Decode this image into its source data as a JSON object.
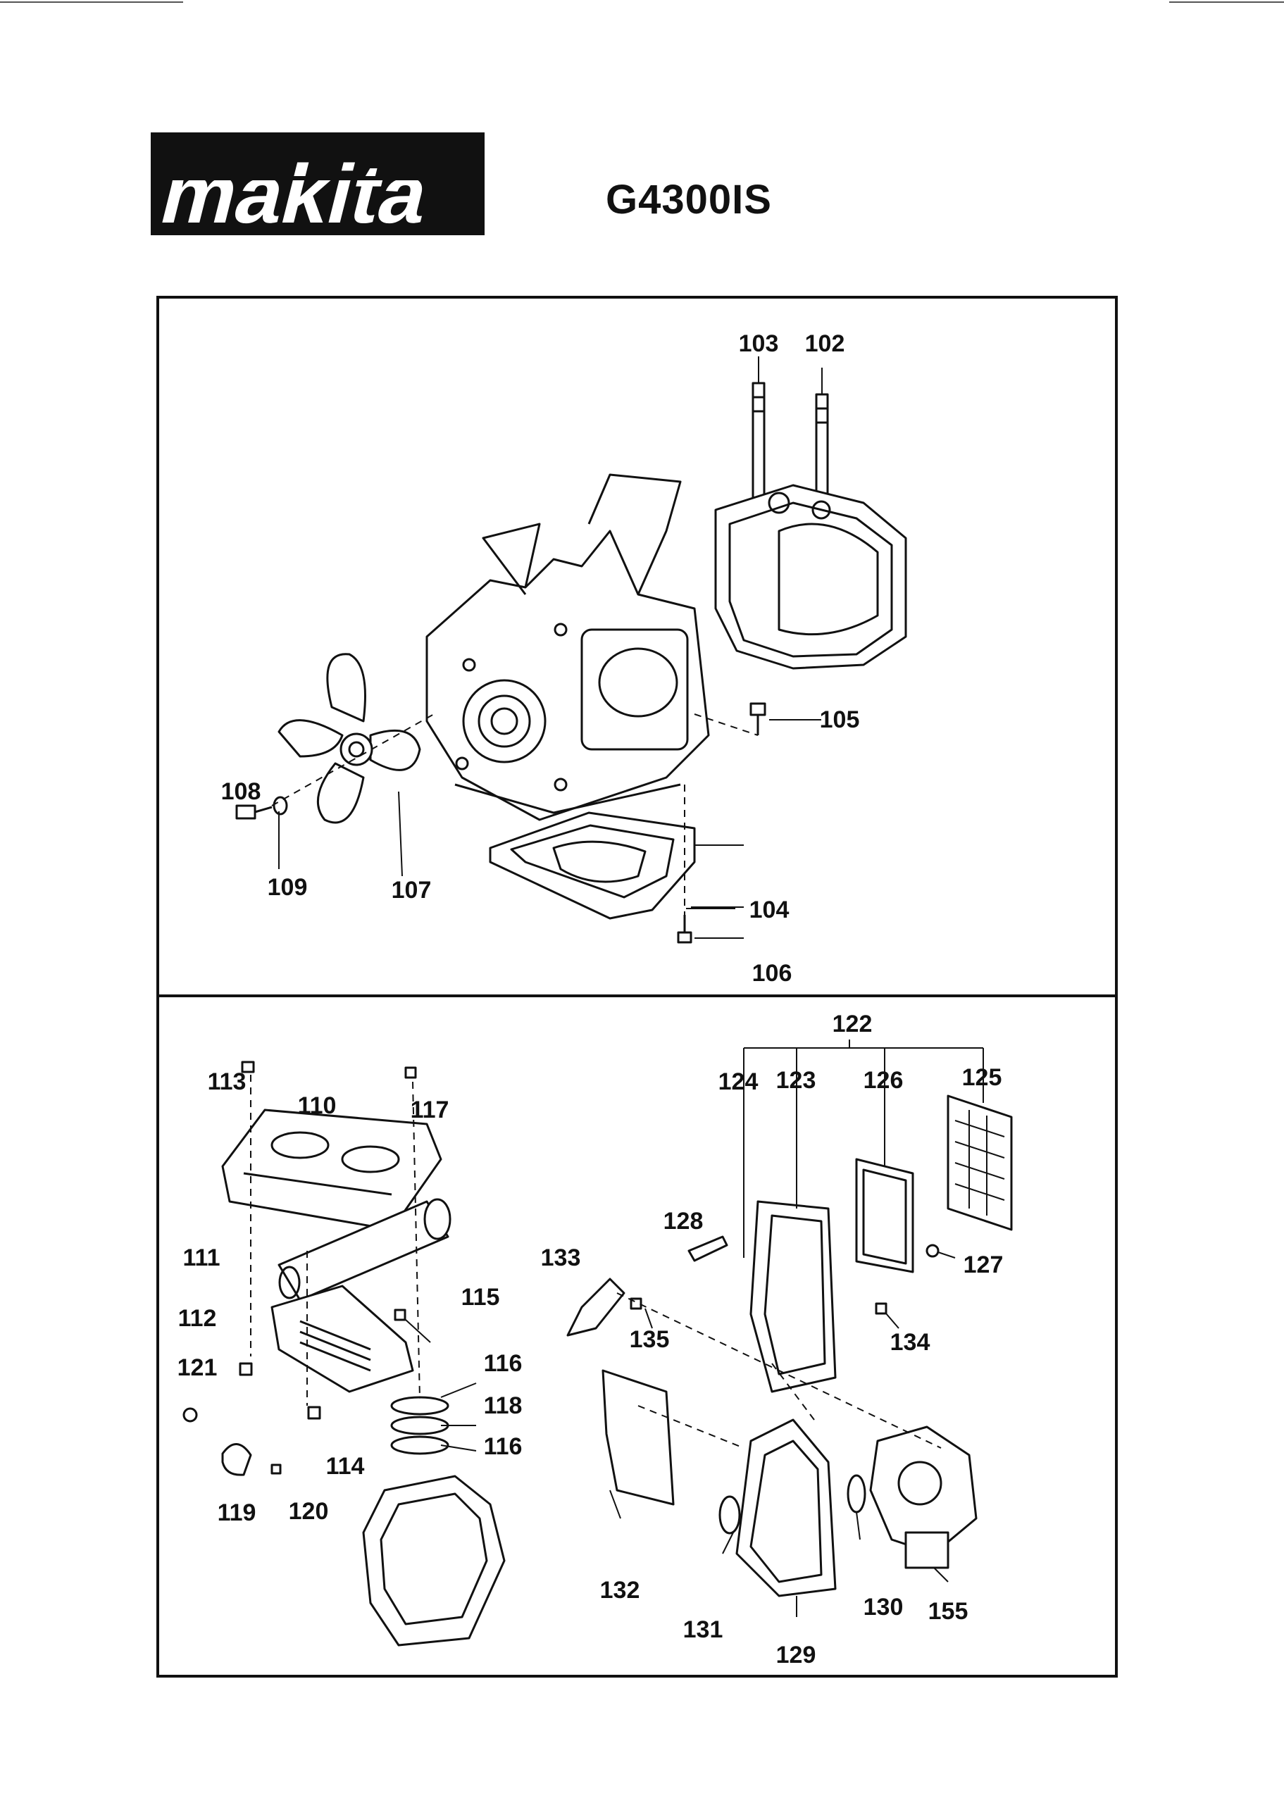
{
  "brand": "makita",
  "model": "G4300IS",
  "top_panel": {
    "labels": [
      "103",
      "102",
      "105",
      "108",
      "109",
      "107",
      "104",
      "106"
    ]
  },
  "bottom_panel": {
    "labels": [
      "122",
      "124",
      "123",
      "126",
      "125",
      "113",
      "110",
      "117",
      "128",
      "127",
      "133",
      "111",
      "115",
      "135",
      "134",
      "112",
      "121",
      "116",
      "118",
      "116",
      "114",
      "119",
      "120",
      "132",
      "131",
      "130",
      "155",
      "129"
    ]
  }
}
